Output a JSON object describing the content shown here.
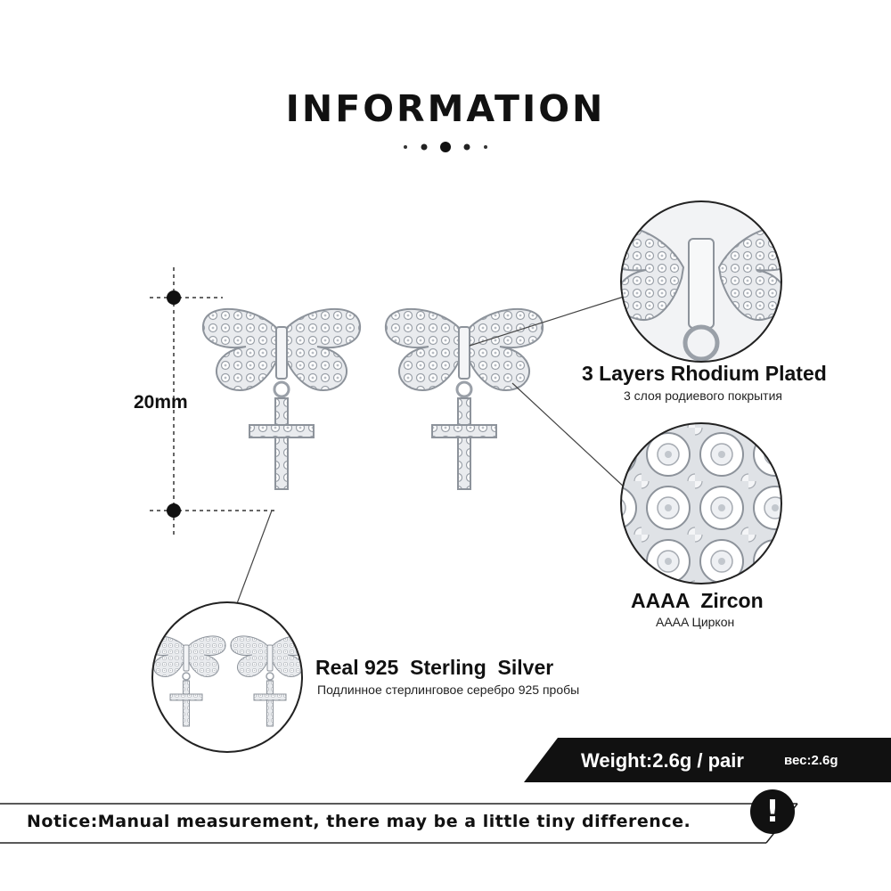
{
  "header": {
    "title": "INFORMATION"
  },
  "dimension": {
    "label": "20mm"
  },
  "features": {
    "plating": {
      "title": "3 Layers Rhodium Plated",
      "subtitle": "3 слоя родиевого покрытия"
    },
    "zircon": {
      "title": "AAAA  Zircon",
      "subtitle": "AAAA Циркон"
    },
    "silver": {
      "title": "Real 925  Sterling  Silver",
      "subtitle": "Подлинное стерлинговое серебро 925 пробы"
    }
  },
  "weight": {
    "label": "Weight:2.6g / pair",
    "label_ru": "вес:2.6g"
  },
  "notice": {
    "text": "Notice:Manual measurement, there may be a little tiny difference.",
    "icon": "exclamation-icon",
    "icon_glyph": "!"
  },
  "colors": {
    "text": "#111111",
    "band": "#111111",
    "silver": "#c9ccd1",
    "background": "#ffffff"
  }
}
